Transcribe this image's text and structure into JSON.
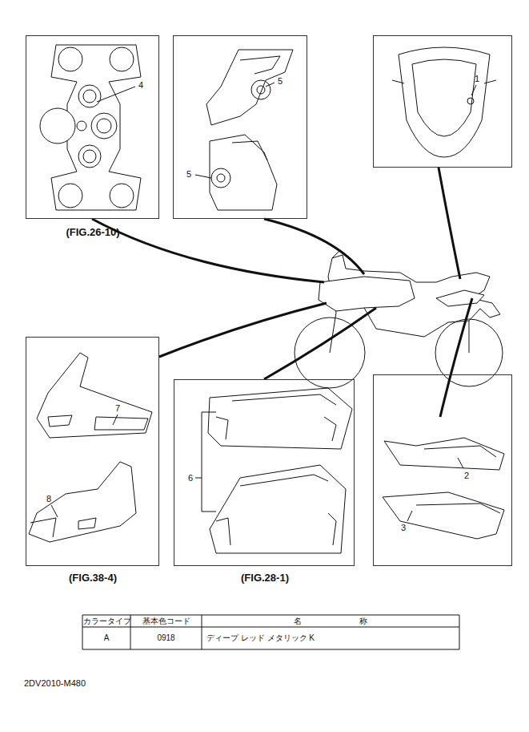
{
  "diagram": {
    "nodes": [
      {
        "text": [
          "4",
          "(FIG.26-10)"
        ]
      },
      {
        "text": [
          "5",
          "5"
        ]
      },
      {
        "text": [
          "1"
        ]
      },
      {
        "text": [
          "7",
          "8",
          "(FIG.38-4)"
        ]
      },
      {
        "text": [
          "6",
          "(FIG.28-1)"
        ]
      },
      {
        "text": [
          "2",
          "3"
        ]
      }
    ],
    "labels": [
      "カラータイプ",
      "基本色コード",
      "名 称",
      "A",
      "0918",
      "ディープ レッド メタリック K",
      "2DV2010-M480"
    ]
  }
}
